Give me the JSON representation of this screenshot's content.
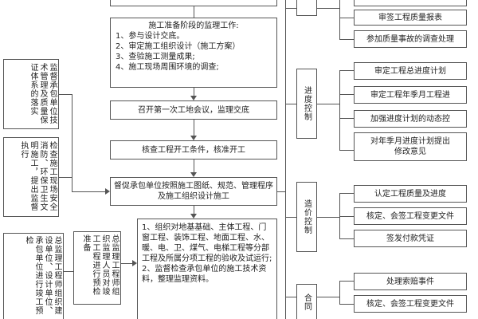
{
  "main": {
    "prep_title": "施工准备阶段的监理工作:",
    "prep_items": [
      "1、参与设计交底。",
      "2、审定施工组织设计（施工方案）",
      "3、查验施工测量成果;",
      "4、施工现场周围环境的调查;"
    ],
    "first_meeting": "召开第一次工地会议，监理交底",
    "check_start": "核查工程开工条件，核准开工",
    "urge": "督促承包单位按照施工图纸、规范、管理程序及施工组织设计施工",
    "organize": "1、组织对地基基础、主体工程、门窗工程、装饰工程、地面工程、水、暖、电、卫、煤气、电梯工程等分部工程及所属分项工程的验收及试运行;",
    "supervise": "2、监督检查承包单位的施工技术资料，整理监理资料。"
  },
  "left": {
    "quality_system": "监督承包单位技术管理及质量保证体系的落实",
    "safety": "检查施工现场安全消防、环保卫生文明施工，提出监督执行",
    "chief_engineer": "总监理工程师组织监理人员对竣工工程进行预检准备",
    "final_accept": "总监理工程师组织建设单位、设计单位、承包单位进行竣工预检"
  },
  "right": {
    "quality_items": [
      "审签工程质量报表",
      "参加质量事故的调查处理"
    ],
    "progress_label": "进度控制",
    "progress_items": [
      "审定工程总进度计划",
      "审定工程年季月工程进",
      "加强进度计划的动态控",
      "对年季月进度计划提出修改意见"
    ],
    "cost_label": "造价控制",
    "cost_items": [
      "认定工程质量及进度",
      "核定、会签工程变更文件",
      "签发付款凭证"
    ],
    "contract_label": "合同",
    "contract_items": [
      "处理索赔事件",
      "核定、会签工程变更文件"
    ]
  }
}
